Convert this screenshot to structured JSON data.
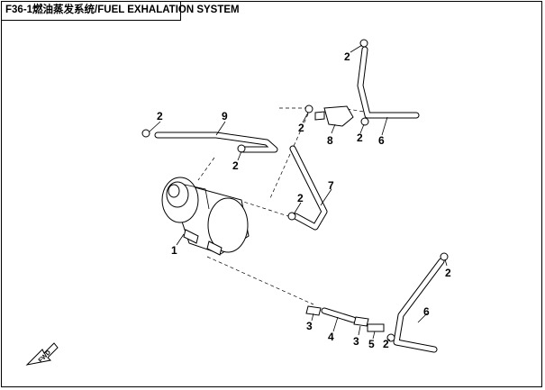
{
  "title": "F36-1燃油蒸发系统/FUEL EXHALATION SYSTEM",
  "fwd_label": "FWD",
  "callouts": {
    "c1": "1",
    "c2a": "2",
    "c2b": "2",
    "c2c": "2",
    "c2d": "2",
    "c2e": "2",
    "c2f": "2",
    "c2g": "2",
    "c2h": "2",
    "c3a": "3",
    "c3b": "3",
    "c4": "4",
    "c5": "5",
    "c6a": "6",
    "c6b": "6",
    "c7": "7",
    "c8": "8",
    "c9": "9"
  }
}
